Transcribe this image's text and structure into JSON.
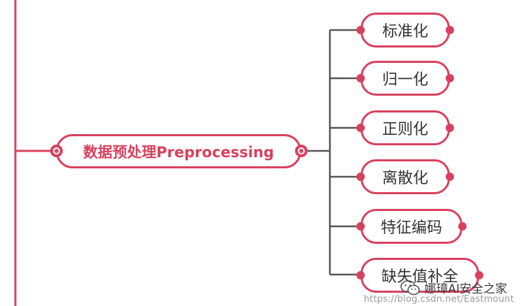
{
  "diagram": {
    "root": {
      "label": "数据预处理Preprocessing"
    },
    "children": [
      {
        "label": "标准化"
      },
      {
        "label": "归一化"
      },
      {
        "label": "正则化"
      },
      {
        "label": "离散化"
      },
      {
        "label": "特征编码"
      },
      {
        "label": "缺失值补全"
      }
    ],
    "accent_color": "#d8415e",
    "connector_color": "#555555"
  },
  "watermark": {
    "account": "娜璋AI安全之家",
    "url": "https://blog.csdn.net/Eastmount",
    "icon": "wechat-icon"
  }
}
